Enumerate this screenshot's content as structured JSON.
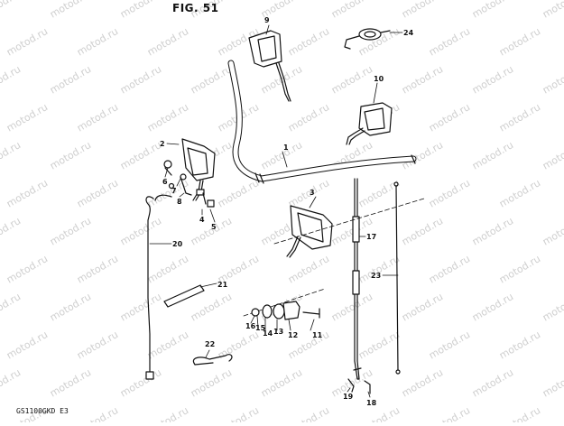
{
  "figure": {
    "title": "FIG. 51",
    "code": "GS1100GKD E3"
  },
  "watermark": {
    "text": "motod.ru",
    "color": "#cfcfcf"
  },
  "callouts": {
    "c1": "1",
    "c2": "2",
    "c3": "3",
    "c4": "4",
    "c5": "5",
    "c6": "6",
    "c7": "7",
    "c8": "8",
    "c9": "9",
    "c10": "10",
    "c11": "11",
    "c12": "12",
    "c13": "13",
    "c14": "14",
    "c15": "15",
    "c16": "16",
    "c17": "17",
    "c18": "18",
    "c19": "19",
    "c20": "20",
    "c21": "21",
    "c22": "22",
    "c23": "23",
    "c24": "24"
  }
}
